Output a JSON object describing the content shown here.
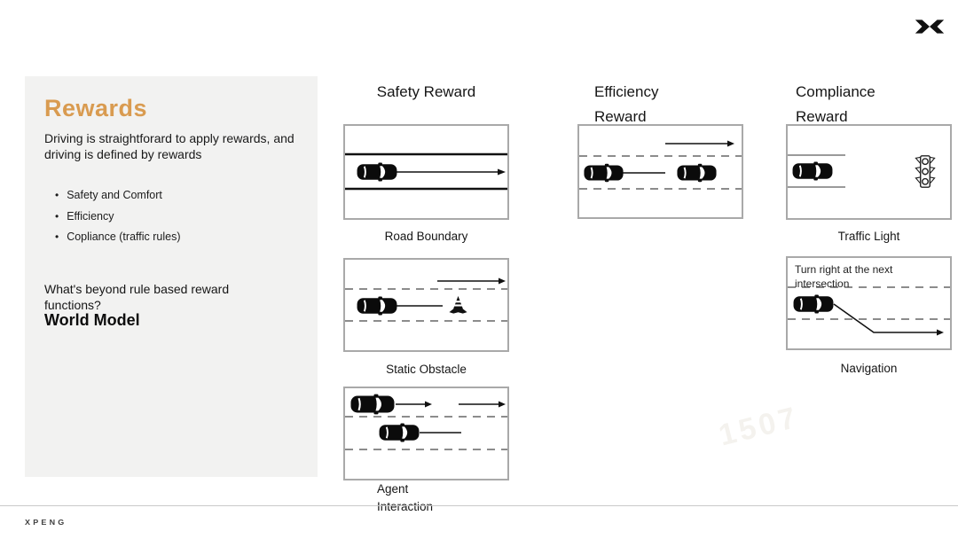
{
  "colors": {
    "accent_orange": "#D99B50",
    "panel_bg": "#F2F2F1",
    "box_border": "#A9A9A9",
    "dashed_lane_line": "#8C8C8C",
    "solid_road_line": "#111111",
    "footer_line": "#C9C9C9"
  },
  "brand": {
    "logo_icon": "xpeng-x-logo",
    "wordmark": "XPENG"
  },
  "panel": {
    "title": "Rewards",
    "description": "Driving is straightforard to apply rewards, and driving is defined by rewards",
    "bullets": [
      "Safety and Comfort",
      "Efficiency",
      "Copliance (traffic rules)"
    ],
    "question": "What's beyond rule based reward functions?",
    "emphasis": "World Model"
  },
  "columns": {
    "safety": {
      "header": "Safety Reward",
      "diagrams": [
        {
          "label": "Road Boundary",
          "icons": [
            "car-icon",
            "arrow-right",
            "road-boundary-lines"
          ]
        },
        {
          "label": "Static Obstacle",
          "icons": [
            "car-icon",
            "traffic-cone-icon",
            "arrow-right",
            "dashed-lane-lines"
          ]
        },
        {
          "label": "Agent Interaction",
          "icons": [
            "car-icon",
            "car-icon",
            "arrow-right",
            "dashed-lane-lines"
          ]
        }
      ]
    },
    "efficiency": {
      "header": "Efficiency Reward",
      "diagrams": [
        {
          "icons": [
            "car-icon",
            "car-icon",
            "arrow-right",
            "dashed-lane-lines"
          ]
        }
      ]
    },
    "compliance": {
      "header": "Compliance Reward",
      "diagrams": [
        {
          "label": "Traffic Light",
          "icons": [
            "car-icon",
            "traffic-light-icon",
            "lane-lines"
          ]
        },
        {
          "label": "Navigation",
          "note": "Turn right at the next intersection",
          "icons": [
            "car-icon",
            "turn-right-arrow",
            "dashed-lane-lines"
          ]
        }
      ]
    }
  },
  "watermark": {
    "text": "1507"
  }
}
